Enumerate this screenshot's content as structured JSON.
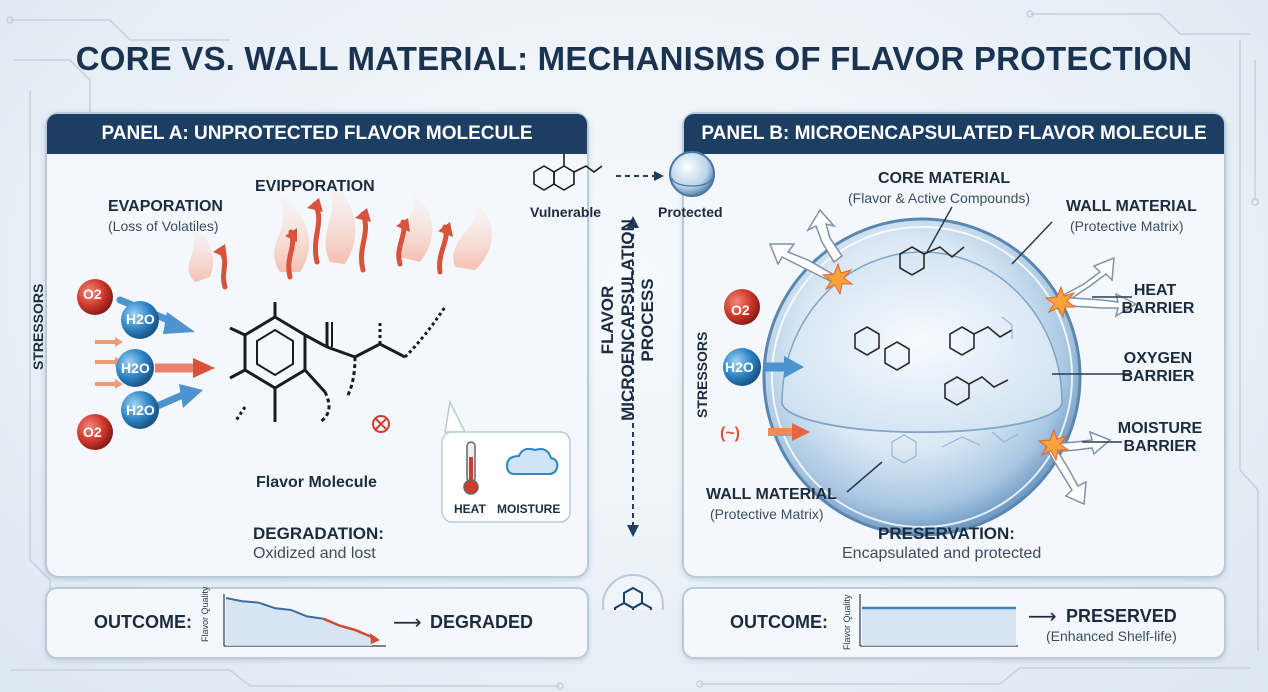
{
  "title": "CORE VS. WALL MATERIAL: MECHANISMS OF FLAVOR PROTECTION",
  "panel_a": {
    "header": "PANEL A: UNPROTECTED FLAVOR MOLECULE",
    "evaporation_title": "EVAPORATION",
    "evaporation_sub": "(Loss of Volatiles)",
    "evaporation_title_2": "EVIPPORATION",
    "stressors_label": "STRESSORS",
    "o2": "O2",
    "h2o": "H2O",
    "molecule_label": "Flavor Molecule",
    "heat_label": "HEAT",
    "moisture_label": "MOISTURE",
    "degradation_title": "DEGRADATION:",
    "degradation_sub": "Oxidized and lost"
  },
  "panel_b": {
    "header": "PANEL B: MICROENCAPSULATED FLAVOR MOLECULE",
    "core_title": "CORE MATERIAL",
    "core_sub": "(Flavor & Active Compounds)",
    "wall_title": "WALL MATERIAL",
    "wall_sub": "(Protective Matrix)",
    "heat_barrier": [
      "HEAT",
      "BARRIER"
    ],
    "oxygen_barrier": [
      "OXYGEN",
      "BARRIER"
    ],
    "moisture_barrier": [
      "MOISTURE",
      "BARRIER"
    ],
    "stressors_label": "STRESSORS",
    "wall_title_2": "WALL MATERIAL",
    "wall_sub_2": "(Protective Matrix)",
    "preservation_title": "PRESERVATION:",
    "preservation_sub": "Encapsulated and protected"
  },
  "center": {
    "vulnerable_label": "Vulnerable",
    "protected_label": "Protected",
    "process_label": [
      "FLAVOR",
      "MICROENCAPSULATION",
      "PROCESS"
    ]
  },
  "outcome_a": {
    "label": "OUTCOME:",
    "axis_label": "Flavor Quality",
    "result": "DEGRADED",
    "trend": [
      1.0,
      0.93,
      0.9,
      0.78,
      0.74,
      0.6,
      0.55,
      0.4,
      0.3,
      0.15
    ]
  },
  "outcome_b": {
    "label": "OUTCOME:",
    "axis_label": "Flavor Quality",
    "result": "PRESERVED",
    "result_sub": "(Enhanced Shelf-life)",
    "trend": [
      1.0,
      1.0
    ]
  },
  "colors": {
    "header_bg": "#1c3e62",
    "oxygen": "#d23a2e",
    "water": "#2f86c6",
    "degraded_line": "#d24a32",
    "preserved_line": "#3d87b8"
  }
}
